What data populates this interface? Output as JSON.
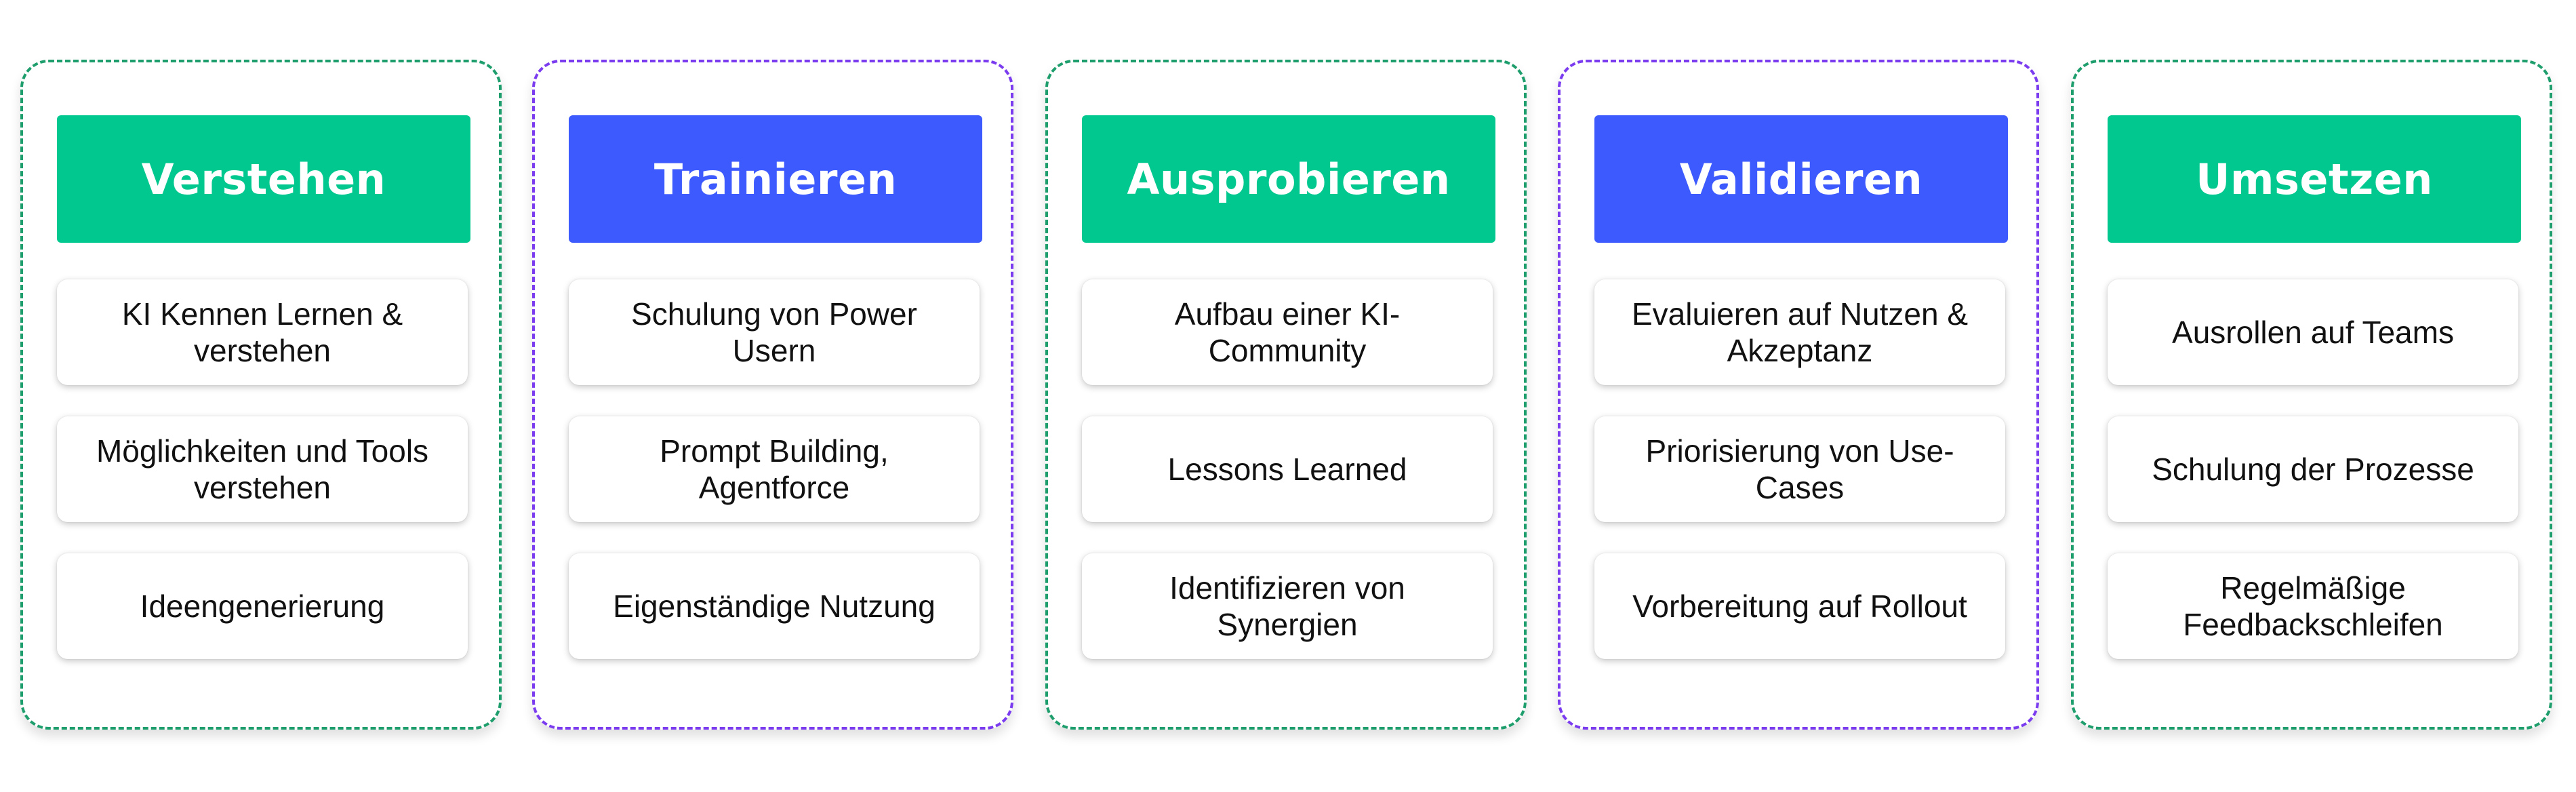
{
  "columns": [
    {
      "title": "Verstehen",
      "header_color": "#00c88f",
      "border_color": "#1e9e6c",
      "items": [
        "KI Kennen Lernen & verstehen",
        "Möglichkeiten und Tools verstehen",
        "Ideengenerierung"
      ]
    },
    {
      "title": "Trainieren",
      "header_color": "#3d5afe",
      "border_color": "#7b3cf0",
      "items": [
        "Schulung von Power Usern",
        "Prompt Building, Agentforce",
        "Eigenständige Nutzung"
      ]
    },
    {
      "title": "Ausprobieren",
      "header_color": "#00c88f",
      "border_color": "#1e9e6c",
      "items": [
        "Aufbau einer KI-Community",
        "Lessons Learned",
        "Identifizieren von Synergien"
      ]
    },
    {
      "title": "Validieren",
      "header_color": "#3d5afe",
      "border_color": "#7b3cf0",
      "items": [
        "Evaluieren auf Nutzen & Akzeptanz",
        "Priorisierung von Use-Cases",
        "Vorbereitung auf Rollout"
      ]
    },
    {
      "title": "Umsetzen",
      "header_color": "#00c88f",
      "border_color": "#1e9e6c",
      "items": [
        "Ausrollen auf Teams",
        "Schulung der Prozesse",
        "Regelmäßige Feedbackschleifen"
      ]
    }
  ]
}
